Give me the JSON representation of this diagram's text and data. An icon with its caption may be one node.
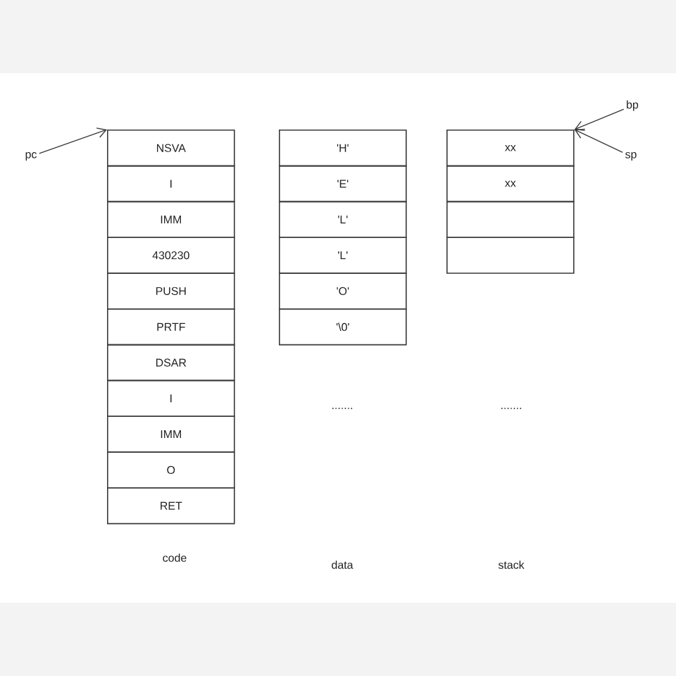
{
  "diagram": {
    "nodes": [
      {
        "text": [
          "NSVA"
        ]
      },
      {
        "text": [
          "I"
        ]
      },
      {
        "text": [
          "IMM"
        ]
      },
      {
        "text": [
          "430230"
        ]
      },
      {
        "text": [
          "PUSH"
        ]
      },
      {
        "text": [
          "PRTF"
        ]
      },
      {
        "text": [
          "DSAR"
        ]
      },
      {
        "text": [
          "I"
        ]
      },
      {
        "text": [
          "IMM"
        ]
      },
      {
        "text": [
          "O"
        ]
      },
      {
        "text": [
          "RET"
        ]
      },
      {
        "text": [
          "'H'"
        ]
      },
      {
        "text": [
          "'E'"
        ]
      },
      {
        "text": [
          "'L'"
        ]
      },
      {
        "text": [
          "'L'"
        ]
      },
      {
        "text": [
          "'O'"
        ]
      },
      {
        "text": [
          "'\\0'"
        ]
      },
      {
        "text": [
          "xx"
        ]
      },
      {
        "text": [
          "xx"
        ]
      },
      {
        "text": [],
        "shape": "box"
      },
      {
        "text": [],
        "shape": "box"
      },
      {
        "text": [
          "pc"
        ]
      },
      {
        "text": [
          "bp"
        ]
      },
      {
        "text": [
          "sp"
        ]
      }
    ],
    "edges": [
      {
        "from": 21,
        "to": 0,
        "arrow": "to"
      },
      {
        "from": 22,
        "to": 17,
        "arrow": "to"
      },
      {
        "from": 23,
        "to": 17,
        "arrow": "to"
      }
    ],
    "labels": [
      ".......",
      ".......",
      "code",
      "data",
      "stack"
    ]
  }
}
